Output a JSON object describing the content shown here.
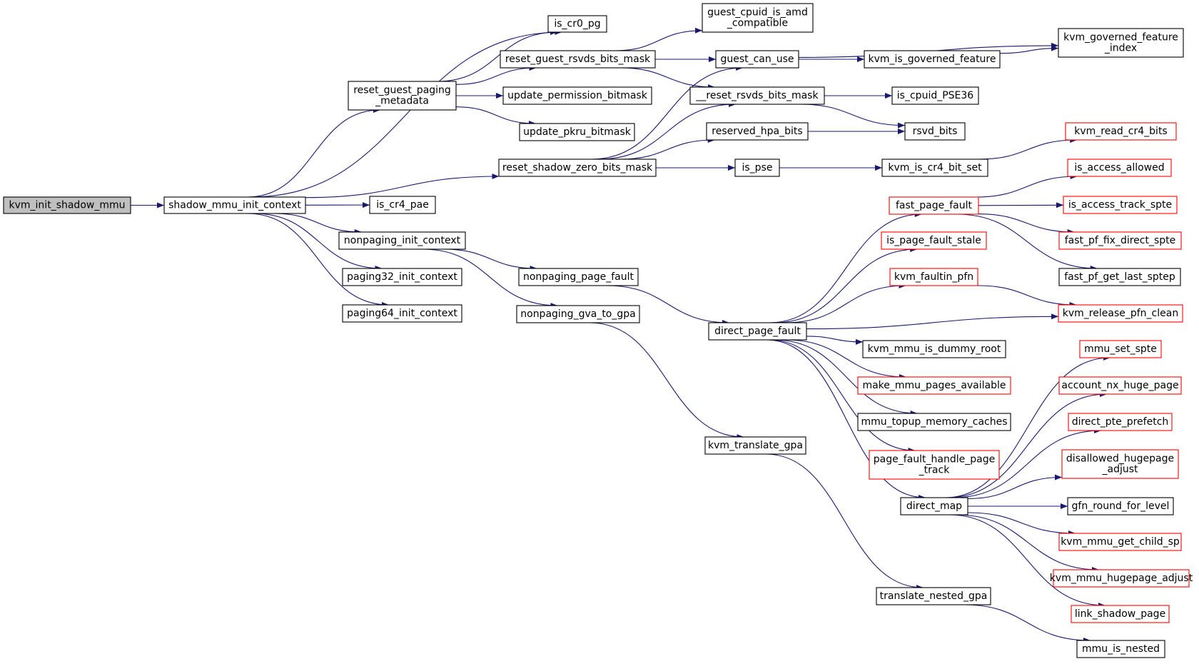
{
  "colors": {
    "edge": "#191970",
    "border_documented": "#000000",
    "border_external": "#ff0000",
    "root_fill": "#bfbfbf",
    "node_fill": "#ffffff"
  },
  "nodes": [
    {
      "id": "kvm_init_shadow_mmu",
      "lines": [
        "kvm_init_shadow_mmu"
      ],
      "style": "root"
    },
    {
      "id": "shadow_mmu_init_context",
      "lines": [
        "shadow_mmu_init_context"
      ],
      "style": "black"
    },
    {
      "id": "is_cr0_pg",
      "lines": [
        "is_cr0_pg"
      ],
      "style": "black"
    },
    {
      "id": "reset_guest_paging_metadata",
      "lines": [
        "reset_guest_paging",
        "_metadata"
      ],
      "style": "black"
    },
    {
      "id": "reset_guest_rsvds_bits_mask",
      "lines": [
        "reset_guest_rsvds_bits_mask"
      ],
      "style": "black"
    },
    {
      "id": "guest_cpuid_is_amd_compatible",
      "lines": [
        "guest_cpuid_is_amd",
        "_compatible"
      ],
      "style": "black"
    },
    {
      "id": "guest_can_use",
      "lines": [
        "guest_can_use"
      ],
      "style": "black"
    },
    {
      "id": "kvm_governed_feature_index",
      "lines": [
        "kvm_governed_feature",
        "_index"
      ],
      "style": "black"
    },
    {
      "id": "kvm_is_governed_feature",
      "lines": [
        "kvm_is_governed_feature"
      ],
      "style": "black"
    },
    {
      "id": "__reset_rsvds_bits_mask",
      "lines": [
        "__reset_rsvds_bits_mask"
      ],
      "style": "black"
    },
    {
      "id": "is_cpuid_PSE36",
      "lines": [
        "is_cpuid_PSE36"
      ],
      "style": "black"
    },
    {
      "id": "rsvd_bits",
      "lines": [
        "rsvd_bits"
      ],
      "style": "black"
    },
    {
      "id": "update_permission_bitmask",
      "lines": [
        "update_permission_bitmask"
      ],
      "style": "black"
    },
    {
      "id": "update_pkru_bitmask",
      "lines": [
        "update_pkru_bitmask"
      ],
      "style": "black"
    },
    {
      "id": "reserved_hpa_bits",
      "lines": [
        "reserved_hpa_bits"
      ],
      "style": "black"
    },
    {
      "id": "reset_shadow_zero_bits_mask",
      "lines": [
        "reset_shadow_zero_bits_mask"
      ],
      "style": "black"
    },
    {
      "id": "is_pse",
      "lines": [
        "is_pse"
      ],
      "style": "black"
    },
    {
      "id": "kvm_is_cr4_bit_set",
      "lines": [
        "kvm_is_cr4_bit_set"
      ],
      "style": "black"
    },
    {
      "id": "kvm_read_cr4_bits",
      "lines": [
        "kvm_read_cr4_bits"
      ],
      "style": "red"
    },
    {
      "id": "is_cr4_pae",
      "lines": [
        "is_cr4_pae"
      ],
      "style": "black"
    },
    {
      "id": "nonpaging_init_context",
      "lines": [
        "nonpaging_init_context"
      ],
      "style": "black"
    },
    {
      "id": "paging32_init_context",
      "lines": [
        "paging32_init_context"
      ],
      "style": "black"
    },
    {
      "id": "paging64_init_context",
      "lines": [
        "paging64_init_context"
      ],
      "style": "black"
    },
    {
      "id": "nonpaging_page_fault",
      "lines": [
        "nonpaging_page_fault"
      ],
      "style": "black"
    },
    {
      "id": "nonpaging_gva_to_gpa",
      "lines": [
        "nonpaging_gva_to_gpa"
      ],
      "style": "black"
    },
    {
      "id": "direct_page_fault",
      "lines": [
        "direct_page_fault"
      ],
      "style": "black"
    },
    {
      "id": "fast_page_fault",
      "lines": [
        "fast_page_fault"
      ],
      "style": "red"
    },
    {
      "id": "is_access_allowed",
      "lines": [
        "is_access_allowed"
      ],
      "style": "red"
    },
    {
      "id": "is_access_track_spte",
      "lines": [
        "is_access_track_spte"
      ],
      "style": "red"
    },
    {
      "id": "fast_pf_fix_direct_spte",
      "lines": [
        "fast_pf_fix_direct_spte"
      ],
      "style": "red"
    },
    {
      "id": "fast_pf_get_last_sptep",
      "lines": [
        "fast_pf_get_last_sptep"
      ],
      "style": "black"
    },
    {
      "id": "is_page_fault_stale",
      "lines": [
        "is_page_fault_stale"
      ],
      "style": "red"
    },
    {
      "id": "kvm_faultin_pfn",
      "lines": [
        "kvm_faultin_pfn"
      ],
      "style": "red"
    },
    {
      "id": "kvm_release_pfn_clean",
      "lines": [
        "kvm_release_pfn_clean"
      ],
      "style": "red"
    },
    {
      "id": "kvm_mmu_is_dummy_root",
      "lines": [
        "kvm_mmu_is_dummy_root"
      ],
      "style": "black"
    },
    {
      "id": "make_mmu_pages_available",
      "lines": [
        "make_mmu_pages_available"
      ],
      "style": "red"
    },
    {
      "id": "mmu_topup_memory_caches",
      "lines": [
        "mmu_topup_memory_caches"
      ],
      "style": "black"
    },
    {
      "id": "page_fault_handle_page_track",
      "lines": [
        "page_fault_handle_page",
        "_track"
      ],
      "style": "red"
    },
    {
      "id": "direct_map",
      "lines": [
        "direct_map"
      ],
      "style": "black"
    },
    {
      "id": "mmu_set_spte",
      "lines": [
        "mmu_set_spte"
      ],
      "style": "red"
    },
    {
      "id": "account_nx_huge_page",
      "lines": [
        "account_nx_huge_page"
      ],
      "style": "red"
    },
    {
      "id": "direct_pte_prefetch",
      "lines": [
        "direct_pte_prefetch"
      ],
      "style": "red"
    },
    {
      "id": "disallowed_hugepage_adjust",
      "lines": [
        "disallowed_hugepage",
        "_adjust"
      ],
      "style": "red"
    },
    {
      "id": "gfn_round_for_level",
      "lines": [
        "gfn_round_for_level"
      ],
      "style": "black"
    },
    {
      "id": "kvm_mmu_get_child_sp",
      "lines": [
        "kvm_mmu_get_child_sp"
      ],
      "style": "red"
    },
    {
      "id": "kvm_mmu_hugepage_adjust",
      "lines": [
        "kvm_mmu_hugepage_adjust"
      ],
      "style": "red"
    },
    {
      "id": "link_shadow_page",
      "lines": [
        "link_shadow_page"
      ],
      "style": "red"
    },
    {
      "id": "kvm_translate_gpa",
      "lines": [
        "kvm_translate_gpa"
      ],
      "style": "black"
    },
    {
      "id": "translate_nested_gpa",
      "lines": [
        "translate_nested_gpa"
      ],
      "style": "black"
    },
    {
      "id": "mmu_is_nested",
      "lines": [
        "mmu_is_nested"
      ],
      "style": "black"
    }
  ],
  "edges": [
    [
      "kvm_init_shadow_mmu",
      "shadow_mmu_init_context"
    ],
    [
      "shadow_mmu_init_context",
      "is_cr0_pg"
    ],
    [
      "shadow_mmu_init_context",
      "reset_guest_paging_metadata"
    ],
    [
      "shadow_mmu_init_context",
      "reset_shadow_zero_bits_mask"
    ],
    [
      "shadow_mmu_init_context",
      "is_cr4_pae"
    ],
    [
      "shadow_mmu_init_context",
      "nonpaging_init_context"
    ],
    [
      "shadow_mmu_init_context",
      "paging32_init_context"
    ],
    [
      "shadow_mmu_init_context",
      "paging64_init_context"
    ],
    [
      "reset_guest_paging_metadata",
      "is_cr0_pg"
    ],
    [
      "reset_guest_paging_metadata",
      "reset_guest_rsvds_bits_mask"
    ],
    [
      "reset_guest_paging_metadata",
      "update_permission_bitmask"
    ],
    [
      "reset_guest_paging_metadata",
      "update_pkru_bitmask"
    ],
    [
      "reset_guest_rsvds_bits_mask",
      "guest_cpuid_is_amd_compatible"
    ],
    [
      "reset_guest_rsvds_bits_mask",
      "guest_can_use"
    ],
    [
      "reset_guest_rsvds_bits_mask",
      "__reset_rsvds_bits_mask"
    ],
    [
      "guest_can_use",
      "kvm_governed_feature_index"
    ],
    [
      "guest_can_use",
      "kvm_is_governed_feature"
    ],
    [
      "kvm_is_governed_feature",
      "kvm_governed_feature_index"
    ],
    [
      "__reset_rsvds_bits_mask",
      "is_cpuid_PSE36"
    ],
    [
      "__reset_rsvds_bits_mask",
      "rsvd_bits"
    ],
    [
      "reset_shadow_zero_bits_mask",
      "guest_can_use"
    ],
    [
      "reset_shadow_zero_bits_mask",
      "__reset_rsvds_bits_mask"
    ],
    [
      "reset_shadow_zero_bits_mask",
      "reserved_hpa_bits"
    ],
    [
      "reset_shadow_zero_bits_mask",
      "is_pse"
    ],
    [
      "reserved_hpa_bits",
      "rsvd_bits"
    ],
    [
      "is_pse",
      "kvm_is_cr4_bit_set"
    ],
    [
      "kvm_is_cr4_bit_set",
      "kvm_read_cr4_bits"
    ],
    [
      "nonpaging_init_context",
      "nonpaging_page_fault"
    ],
    [
      "nonpaging_init_context",
      "nonpaging_gva_to_gpa"
    ],
    [
      "nonpaging_page_fault",
      "direct_page_fault"
    ],
    [
      "nonpaging_gva_to_gpa",
      "kvm_translate_gpa"
    ],
    [
      "direct_page_fault",
      "fast_page_fault"
    ],
    [
      "direct_page_fault",
      "is_page_fault_stale"
    ],
    [
      "direct_page_fault",
      "kvm_faultin_pfn"
    ],
    [
      "direct_page_fault",
      "kvm_release_pfn_clean"
    ],
    [
      "direct_page_fault",
      "kvm_mmu_is_dummy_root"
    ],
    [
      "direct_page_fault",
      "make_mmu_pages_available"
    ],
    [
      "direct_page_fault",
      "mmu_topup_memory_caches"
    ],
    [
      "direct_page_fault",
      "page_fault_handle_page_track"
    ],
    [
      "direct_page_fault",
      "direct_map"
    ],
    [
      "fast_page_fault",
      "is_access_allowed"
    ],
    [
      "fast_page_fault",
      "is_access_track_spte"
    ],
    [
      "fast_page_fault",
      "fast_pf_fix_direct_spte"
    ],
    [
      "fast_page_fault",
      "fast_pf_get_last_sptep"
    ],
    [
      "kvm_faultin_pfn",
      "kvm_release_pfn_clean"
    ],
    [
      "direct_map",
      "mmu_set_spte"
    ],
    [
      "direct_map",
      "account_nx_huge_page"
    ],
    [
      "direct_map",
      "direct_pte_prefetch"
    ],
    [
      "direct_map",
      "disallowed_hugepage_adjust"
    ],
    [
      "direct_map",
      "gfn_round_for_level"
    ],
    [
      "direct_map",
      "kvm_mmu_get_child_sp"
    ],
    [
      "direct_map",
      "kvm_mmu_hugepage_adjust"
    ],
    [
      "direct_map",
      "link_shadow_page"
    ],
    [
      "kvm_translate_gpa",
      "translate_nested_gpa"
    ],
    [
      "translate_nested_gpa",
      "mmu_is_nested"
    ]
  ]
}
